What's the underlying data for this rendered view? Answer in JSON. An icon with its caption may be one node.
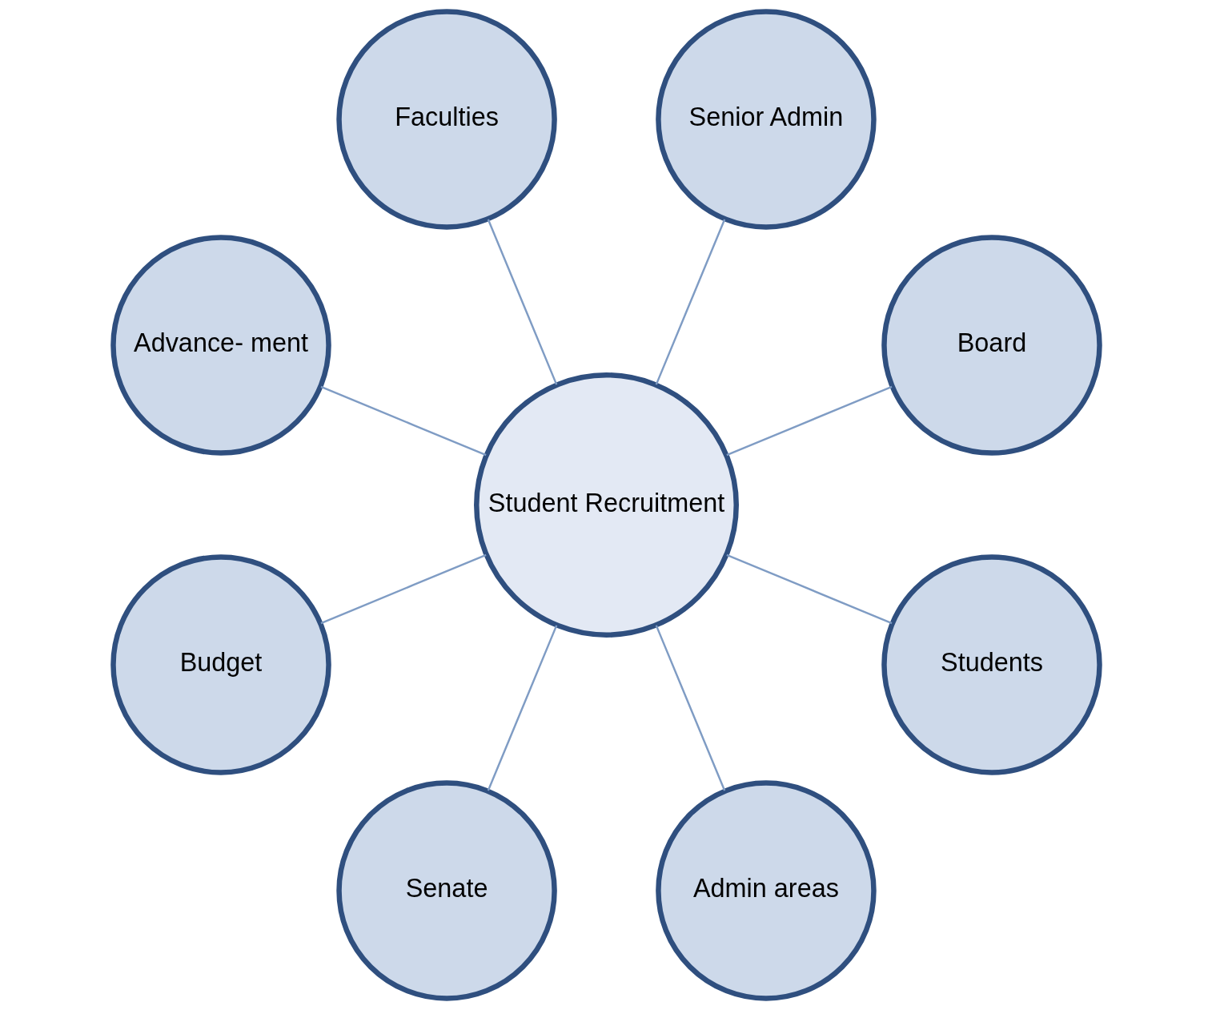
{
  "diagram": {
    "nodes": [
      {
        "text": [
          "Board"
        ]
      },
      {
        "text": [
          "Senior Admin"
        ]
      },
      {
        "text": [
          "Faculties"
        ]
      },
      {
        "text": [
          "Advance- ment"
        ]
      },
      {
        "text": [
          "Student Recruitment"
        ]
      },
      {
        "text": [
          "Budget"
        ]
      },
      {
        "text": [
          "Senate"
        ]
      },
      {
        "text": [
          "Admin areas"
        ]
      },
      {
        "text": [
          "Students"
        ]
      }
    ],
    "edges": [
      {
        "from": 4,
        "to": 0,
        "arrow": "none"
      },
      {
        "from": 4,
        "to": 1,
        "arrow": "none"
      },
      {
        "from": 4,
        "to": 2,
        "arrow": "none"
      },
      {
        "from": 4,
        "to": 3,
        "arrow": "none"
      },
      {
        "from": 4,
        "to": 5,
        "arrow": "none"
      },
      {
        "from": 4,
        "to": 6,
        "arrow": "none"
      },
      {
        "from": 4,
        "to": 7,
        "arrow": "none"
      },
      {
        "from": 4,
        "to": 8,
        "arrow": "none"
      }
    ]
  }
}
